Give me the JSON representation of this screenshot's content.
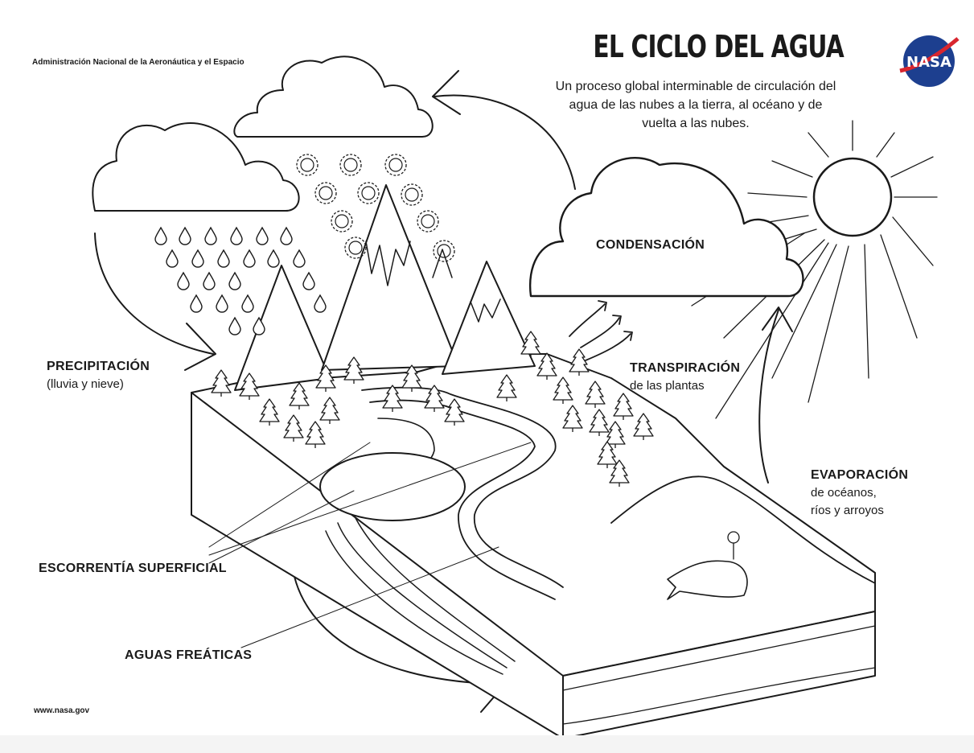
{
  "header": {
    "agency": "Administración Nacional de la Aeronáutica y el Espacio",
    "title": "EL CICLO DEL AGUA",
    "subtitle": "Un proceso global interminable de circulación del agua de las nubes a la tierra, al océano y de vuelta a las nubes.",
    "logo_text": "NASA"
  },
  "labels": {
    "condensation": "CONDENSACIÓN",
    "precipitation": "PRECIPITACIÓN",
    "precipitation_detail": "(lluvia y nieve)",
    "transpiration": "TRANSPIRACIÓN",
    "transpiration_detail": "de las plantas",
    "evaporation": "EVAPORACIÓN",
    "evaporation_detail_1": "de océanos,",
    "evaporation_detail_2": "ríos y arroyos",
    "surface_runoff": "ESCORRENTÍA SUPERFICIAL",
    "groundwater": "AGUAS FREÁTICAS"
  },
  "footer": {
    "url": "www.nasa.gov"
  },
  "colors": {
    "ink": "#1a1a1a",
    "paper": "#ffffff",
    "logo_blue": "#1d3f8f",
    "logo_red": "#d8262f"
  }
}
